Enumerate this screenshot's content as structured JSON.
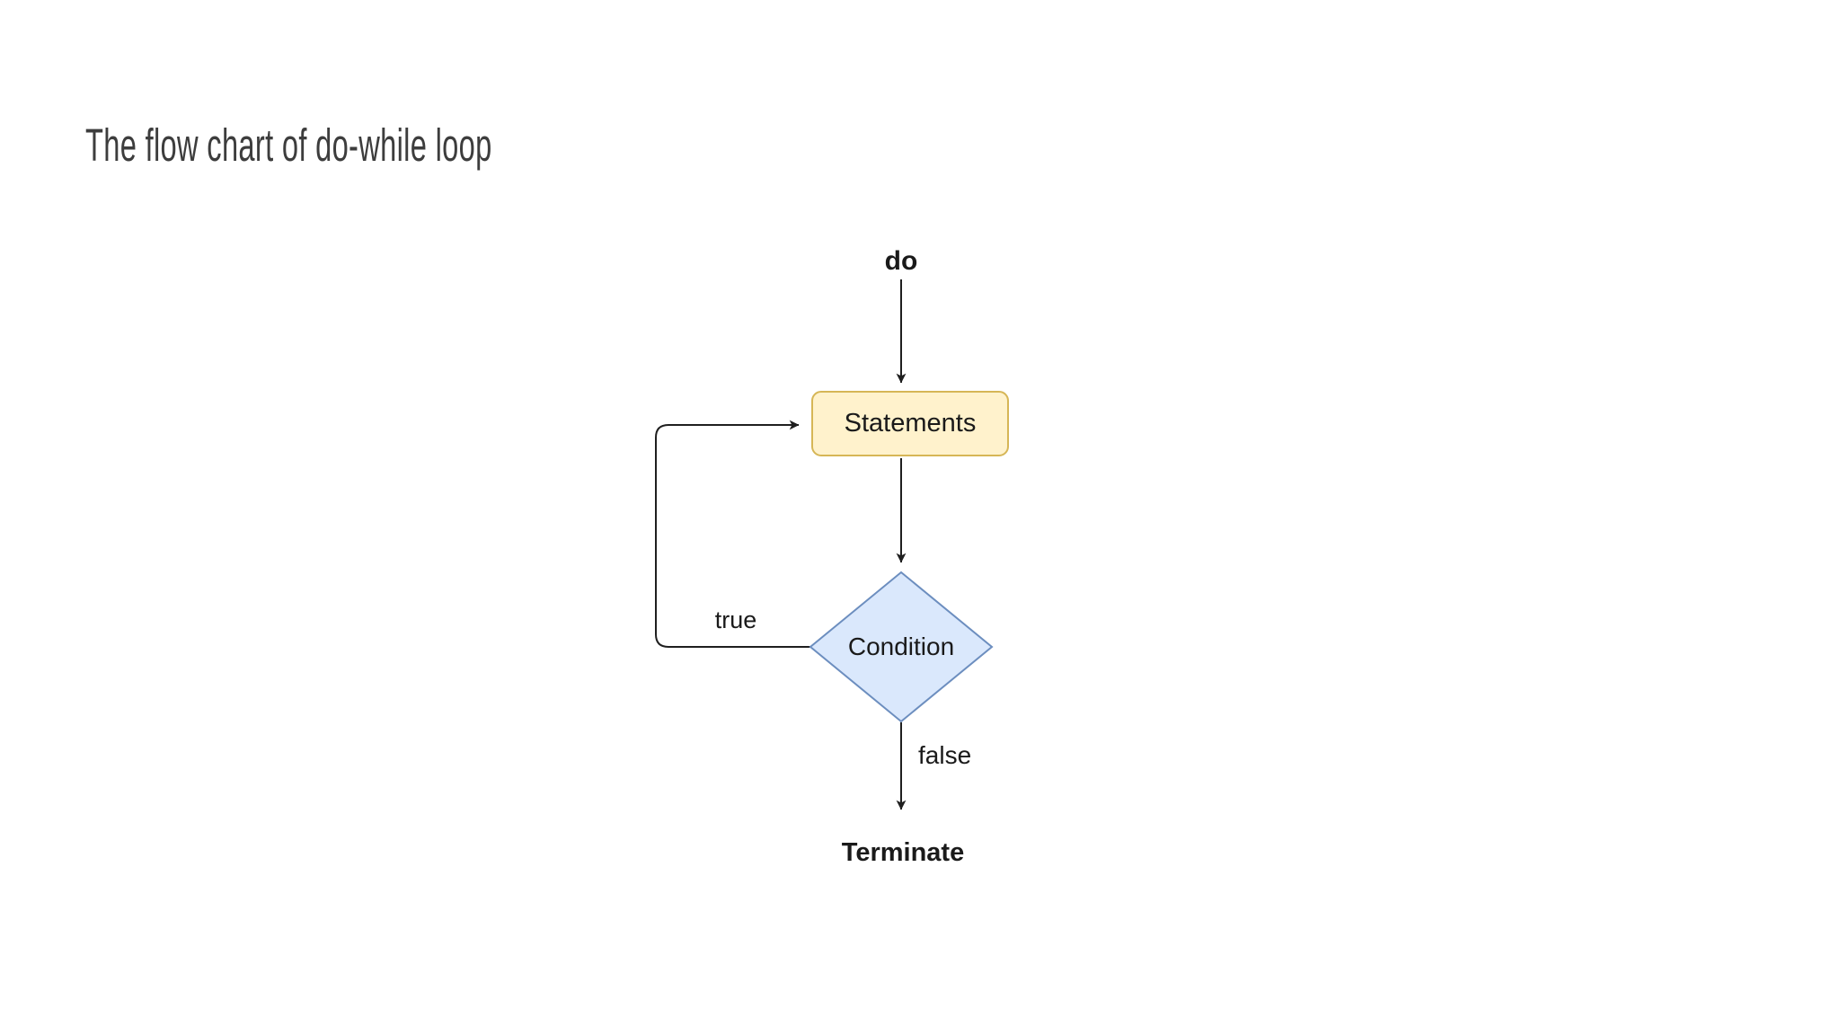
{
  "page": {
    "title": "The flow chart of do-while loop"
  },
  "flowchart": {
    "start_label": "do",
    "nodes": [
      {
        "id": "statements",
        "label": "Statements",
        "shape": "rounded-rectangle"
      },
      {
        "id": "condition",
        "label": "Condition",
        "shape": "diamond"
      }
    ],
    "edges": {
      "do_to_statements": {
        "label": ""
      },
      "statements_to_condition": {
        "label": ""
      },
      "true_loop": {
        "label": "true"
      },
      "false_exit": {
        "label": "false"
      }
    },
    "end_label": "Terminate"
  },
  "colors": {
    "background": "#ffffff",
    "title-text": "#3d3d3d",
    "label-text": "#1a1a1a",
    "line": "#1f1f1f",
    "statements-fill": "#fff2cc",
    "statements-border": "#d6b656",
    "condition-fill": "#dae8fc",
    "condition-border": "#6c8ebf"
  }
}
